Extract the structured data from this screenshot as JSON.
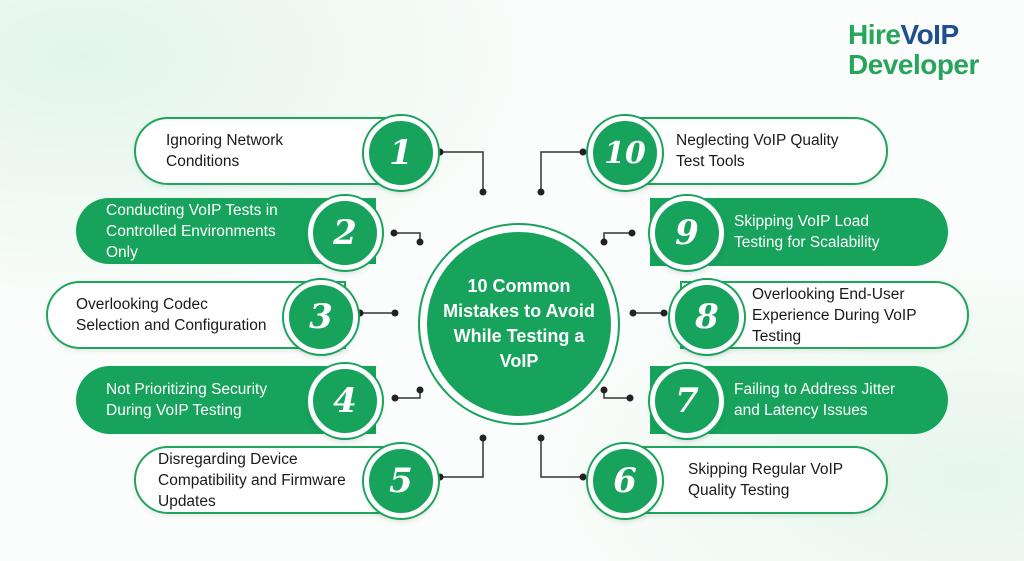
{
  "logo": {
    "line1_a": "Hire",
    "line1_b": "VoIP",
    "line2": "Developer"
  },
  "center_title": "10 Common Mistakes to Avoid While Testing a VoIP",
  "items": [
    {
      "num": "1",
      "text": [
        "Ignoring Network",
        "Conditions"
      ]
    },
    {
      "num": "2",
      "text": [
        "Conducting VoIP Tests in",
        "Controlled Environments",
        "Only"
      ]
    },
    {
      "num": "3",
      "text": [
        "Overlooking Codec",
        "Selection and Configuration"
      ]
    },
    {
      "num": "4",
      "text": [
        "Not Prioritizing Security",
        "During VoIP Testing"
      ]
    },
    {
      "num": "5",
      "text": [
        "Disregarding Device",
        "Compatibility and Firmware",
        "Updates"
      ]
    },
    {
      "num": "6",
      "text": [
        "Skipping Regular VoIP",
        "Quality Testing"
      ]
    },
    {
      "num": "7",
      "text": [
        "Failing to Address Jitter",
        "and Latency Issues"
      ]
    },
    {
      "num": "8",
      "text": [
        "Overlooking End-User",
        "Experience During VoIP",
        "Testing"
      ]
    },
    {
      "num": "9",
      "text": [
        "Skipping VoIP Load",
        "Testing for Scalability"
      ]
    },
    {
      "num": "10",
      "text": [
        "Neglecting VoIP Quality",
        "Test Tools"
      ]
    }
  ],
  "colors": {
    "green": "#17a35c",
    "blue": "#1f4f8f",
    "white": "#ffffff"
  }
}
